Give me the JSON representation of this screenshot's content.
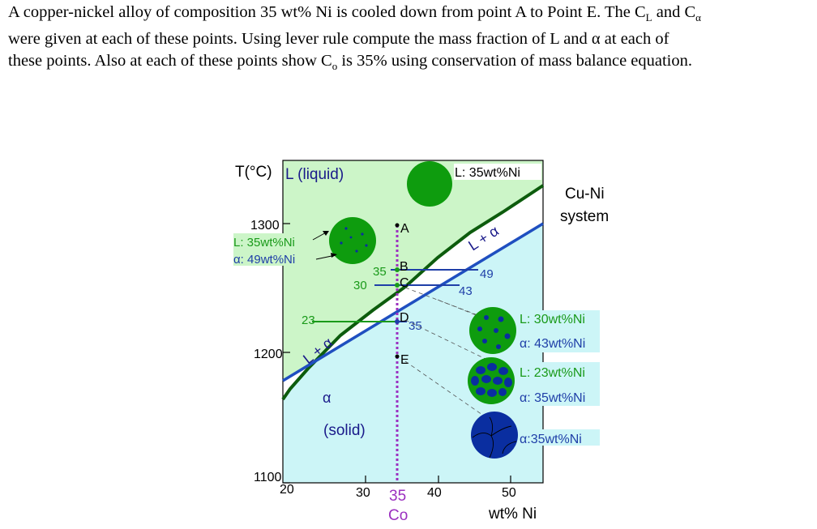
{
  "question": {
    "line1_pre": "A copper-nickel alloy of composition 35 wt% Ni is cooled down from point A to Point E. The C",
    "line1_sub1": "L",
    "line1_mid": " and C",
    "line1_sub2": "α",
    "line2": "were given at each of these points. Using lever rule compute the mass fraction of L and α at each of",
    "line3_pre": "these points. Also at each of these points show C",
    "line3_sub": "o",
    "line3_post": " is 35% using conservation of mass balance equation."
  },
  "diagram": {
    "y_axis_label": "T(°C)",
    "y_ticks": [
      "1300",
      "1200",
      "1100"
    ],
    "x_ticks": [
      "20",
      "30",
      "40",
      "50"
    ],
    "x_axis_label": "wt% Ni",
    "co_value": "35",
    "co_label": "Co",
    "system_label_line1": "Cu-Ni",
    "system_label_line2": "system",
    "region_liquid": "L (liquid)",
    "region_two_phase": "L + α",
    "region_solid_symbol": "α",
    "region_solid_word": "(solid)",
    "points": [
      "A",
      "B",
      "C",
      "D",
      "E"
    ],
    "tie_labels": {
      "b_left": "35",
      "b_right": "49",
      "c_left": "30",
      "c_right": "43",
      "d_left": "23",
      "d_right": "35"
    },
    "annotations": {
      "top_liquid": "L: 35wt%Ni",
      "a_liquid": "L: 35wt%Ni",
      "a_alpha": "α: 49wt%Ni",
      "c_liquid": "L: 30wt%Ni",
      "c_alpha": "α: 43wt%Ni",
      "d_liquid": "L: 23wt%Ni",
      "d_alpha": "α: 35wt%Ni",
      "e_alpha": "α:35wt%Ni"
    },
    "colors": {
      "liquid_region": "#ccf5c8",
      "solid_region": "#ccf5f7",
      "liquidus_line": "#0d5c0d",
      "solidus_line": "#1f4fc0",
      "tie_line_blue": "#1f3fa8",
      "tie_line_green": "#1a9a1a",
      "co_line": "#9b30c0",
      "liquid_green": "#0e9c0e",
      "alpha_blue": "#0a2ea0",
      "annotation_green": "#1a9a1a",
      "annotation_blue": "#1f3fa8"
    }
  }
}
